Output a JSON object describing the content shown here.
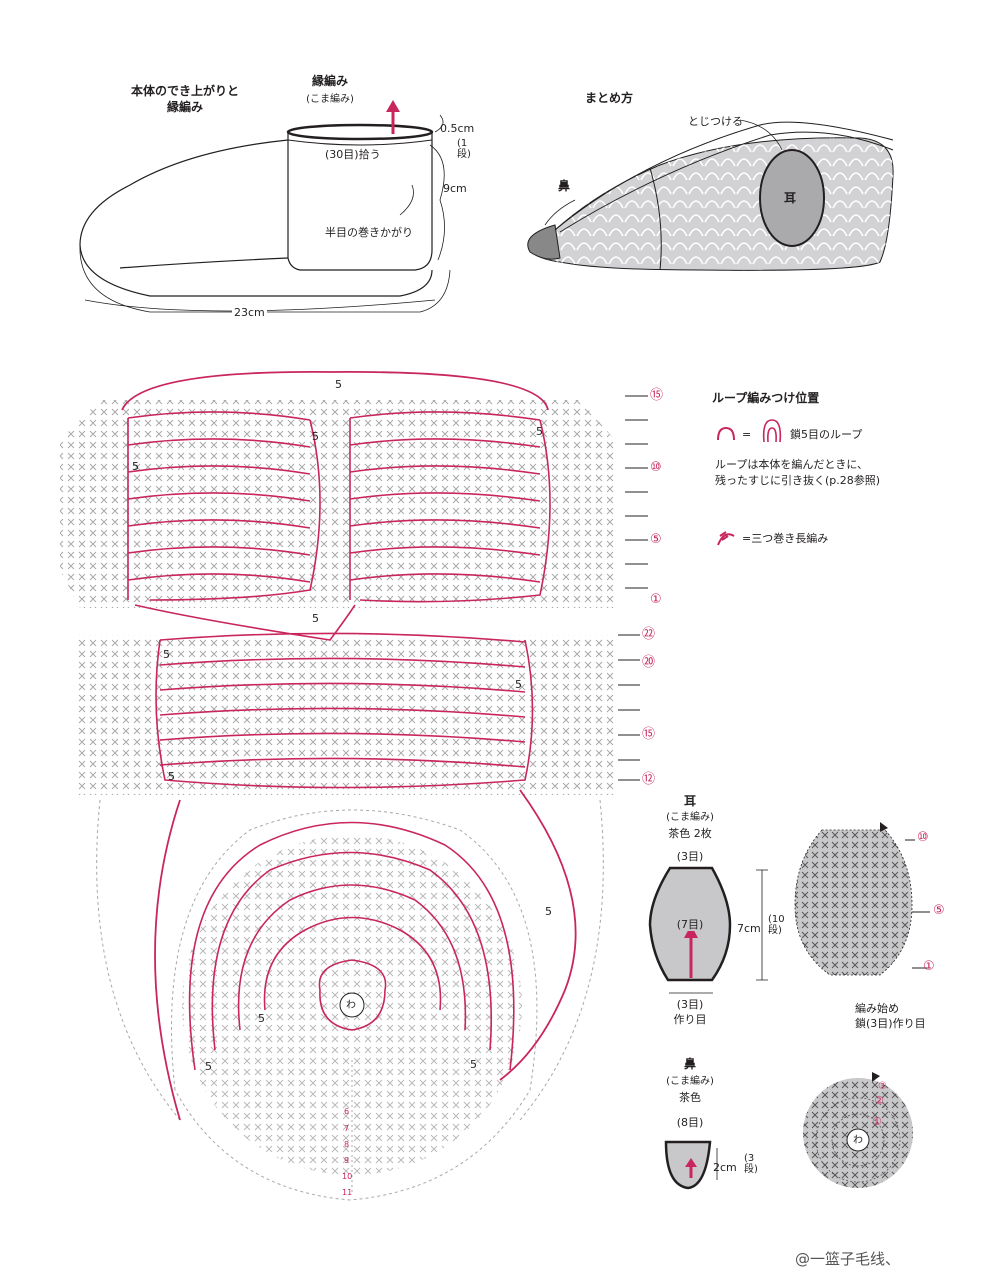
{
  "slipper": {
    "title_line1": "本体のでき上がりと",
    "title_line2": "縁編み",
    "edge_label": "縁編み",
    "edge_sub": "(こま編み)",
    "pickup": "(30目)拾う",
    "h1": "0.5cm",
    "h1_rows": "(1段)",
    "h2": "9cm",
    "seam": "半目の巻きかがり",
    "length": "23cm"
  },
  "assembly": {
    "title": "まとめ方",
    "sew": "とじつける",
    "nose": "鼻",
    "ear": "耳"
  },
  "legend": {
    "title": "ループ編みつけ位置",
    "loop_text": "鎖5目のループ",
    "eq1": "=",
    "note1": "ループは本体を編んだときに、",
    "note2": "残ったすじに引き抜く(p.28参照)",
    "dtr_text": "=三つ巻き長編み"
  },
  "chart": {
    "five": "5",
    "wa": "わ",
    "upper_rows": [
      "⑮",
      "⑩",
      "⑤",
      "①"
    ],
    "lower_rows": [
      "㉒",
      "⑳",
      "⑮",
      "⑫"
    ],
    "center_rows": [
      "6",
      "7",
      "8",
      "9",
      "10",
      "11"
    ]
  },
  "ear": {
    "title": "耳",
    "sub": "(こま編み)",
    "color": "茶色 2枚",
    "top": "(3目)",
    "mid": "(7目)",
    "bottom1": "(3目)",
    "bottom2": "作り目",
    "height": "7cm",
    "rows": "(10段)",
    "chart_rows": [
      "⑩",
      "⑤",
      "①"
    ],
    "start1": "編み始め",
    "start2": "鎖(3目)作り目"
  },
  "nose": {
    "title": "鼻",
    "sub": "(こま編み)",
    "color": "茶色",
    "top": "(8目)",
    "height": "2cm",
    "rows": "(3段)",
    "chart_rows": [
      "③",
      "②",
      "①"
    ],
    "wa": "わ"
  },
  "watermark": "@一篮子毛线、",
  "colors": {
    "accent": "#c8265d",
    "line": "#231f20",
    "gray": "#9a9a9a",
    "fill": "#d2d2d4"
  }
}
